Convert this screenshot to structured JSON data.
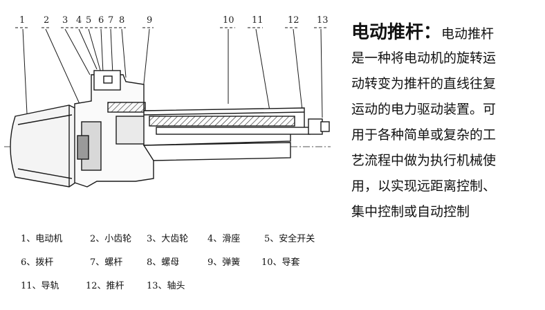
{
  "callouts": [
    "1",
    "2",
    "3",
    "4",
    "5",
    "6",
    "7",
    "8",
    "9",
    "10",
    "11",
    "12",
    "13"
  ],
  "legend": [
    "1、电动机",
    "2、小齿轮",
    "3、大齿轮",
    "4、滑座",
    "5、安全开关",
    "6、拨杆",
    "7、螺杆",
    "8、螺母",
    "9、弹簧",
    "10、导套",
    "11、导轨",
    "12、推杆",
    "13、轴头"
  ],
  "description": {
    "title": "电动推杆",
    "title_suffix": "：",
    "lead": "电动推杆",
    "lines": [
      "是一种将电动机的旋转运",
      "动转变为推杆的直线往复",
      "运动的电力驱动装置。可",
      "用于各种简单或复杂的工",
      "艺流程中做为执行机械使",
      "用，以实现远距离控制、",
      "集中控制或自动控制"
    ]
  }
}
